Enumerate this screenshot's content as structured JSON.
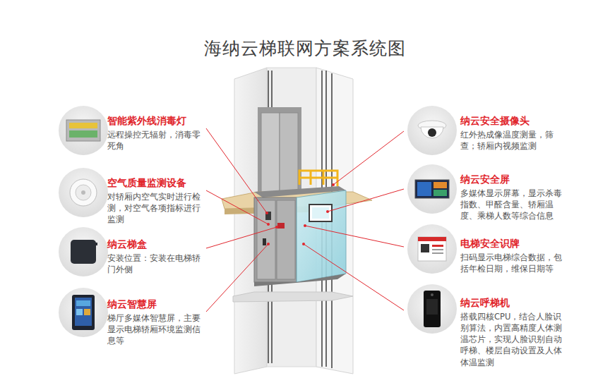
{
  "diagram": {
    "title": "海纳云梯联网方案系统图",
    "nodes": [
      {
        "text": [
          "智能紫外线消毒灯",
          "远程操控无辐射，消毒零死角"
        ]
      },
      {
        "text": [
          "空气质量监测设备",
          "对轿厢内空气实时进行检测，对空气各项指标进行监测"
        ]
      },
      {
        "text": [
          "纳云梯盒",
          "安装位置：安装在电梯轿门外侧"
        ]
      },
      {
        "text": [
          "纳云智慧屏",
          "梯厅多媒体智慧屏，主要显示电梯轿厢环境监测信息等"
        ]
      },
      {
        "text": [
          "纳云安全摄像头",
          "红外热成像温度测量，筛查；轿厢内视频监测"
        ]
      },
      {
        "text": [
          "纳云安全屏",
          "多媒体显示屏幕，显示杀毒指数、甲醛含量、轿厢温度、乘梯人数等综合信息"
        ]
      },
      {
        "text": [
          "电梯安全识牌",
          "扫码显示电梯综合数据，包括年检日期，维保日期等"
        ]
      },
      {
        "text": [
          "纳云呼梯机",
          "搭载四核CPU，结合人脸识别算法，内置高精度人体测温芯片，实现人脸识别自动呼梯、楼层自动设置及人体体温监测"
        ]
      }
    ]
  }
}
